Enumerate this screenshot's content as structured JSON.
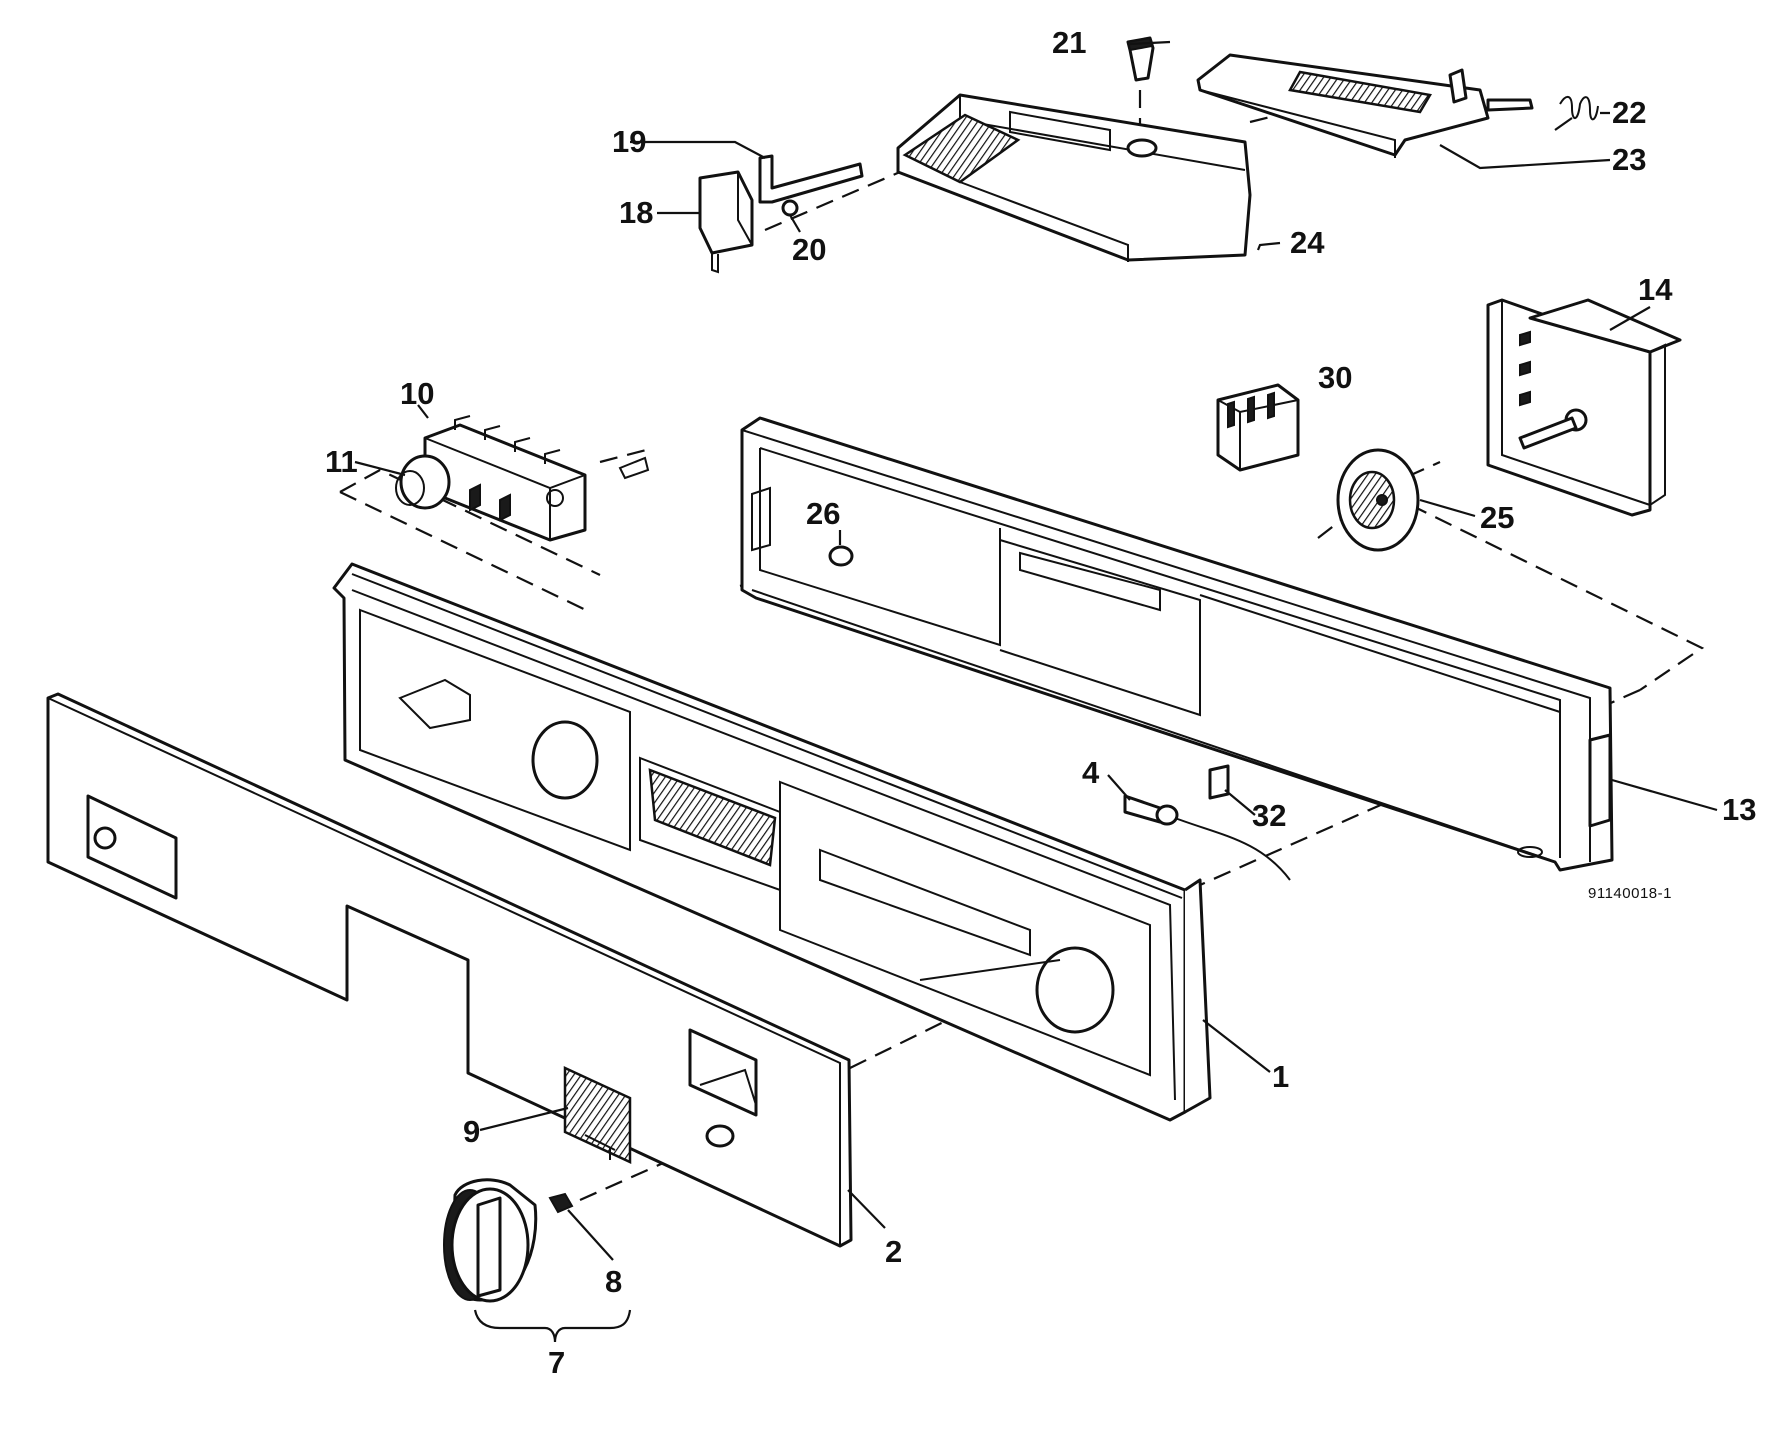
{
  "drawing_code": "91140018-1",
  "callouts": {
    "c1": "1",
    "c2": "2",
    "c4": "4",
    "c7": "7",
    "c8": "8",
    "c9": "9",
    "c10": "10",
    "c11": "11",
    "c13": "13",
    "c14": "14",
    "c18": "18",
    "c19": "19",
    "c20": "20",
    "c21": "21",
    "c22": "22",
    "c23": "23",
    "c24": "24",
    "c25": "25",
    "c26": "26",
    "c30": "30",
    "c32": "32"
  }
}
